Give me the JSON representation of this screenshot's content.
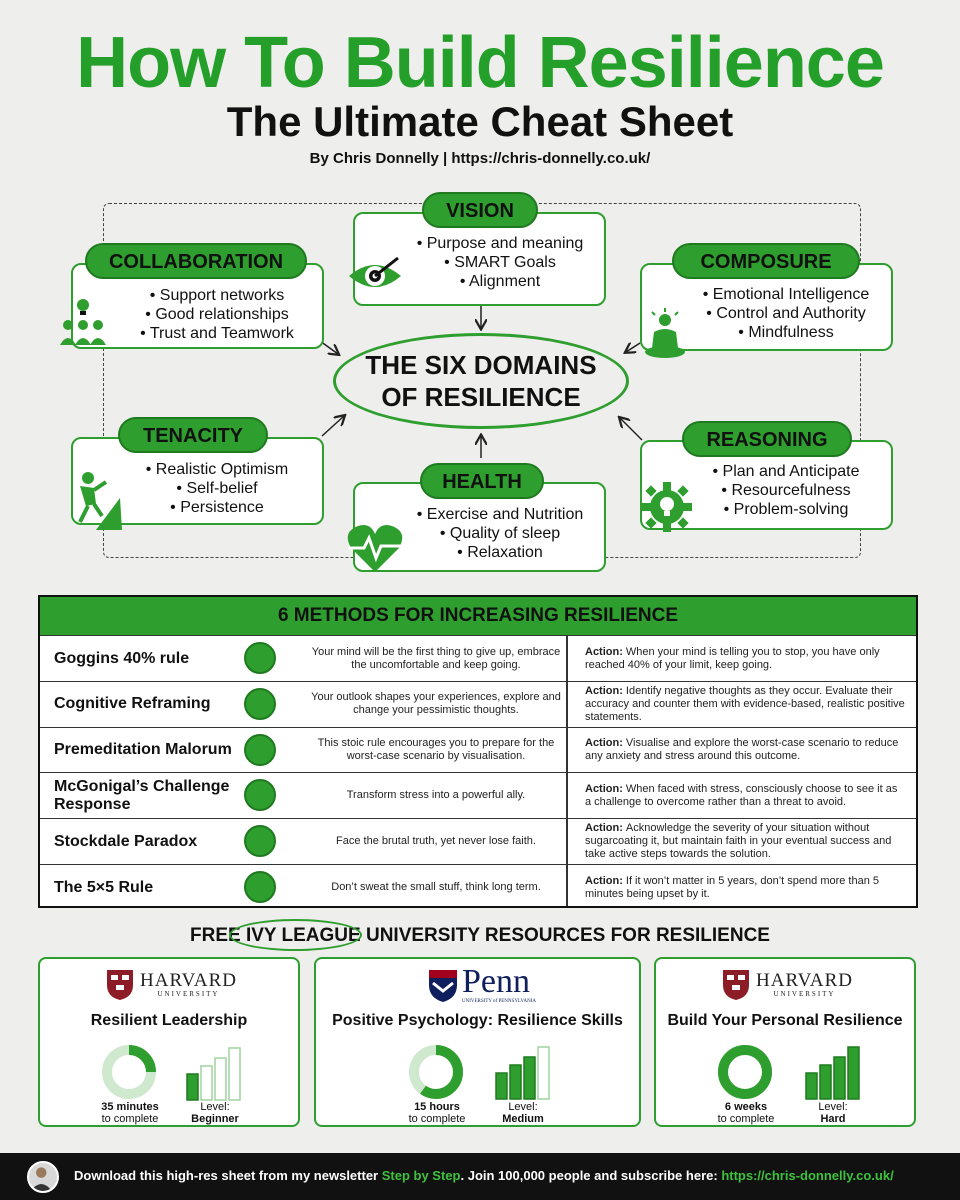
{
  "header": {
    "title": "How To Build Resilience",
    "subtitle": "The Ultimate Cheat Sheet",
    "byline": "By Chris Donnelly | https://chris-donnelly.co.uk/"
  },
  "center": {
    "line1": "THE SIX DOMAINS",
    "line2": "OF RESILIENCE"
  },
  "domains": {
    "vision": {
      "name": "VISION",
      "items": [
        "Purpose and meaning",
        "SMART Goals",
        "Alignment"
      ],
      "icon": "eye-target-icon"
    },
    "collaboration": {
      "name": "COLLABORATION",
      "items": [
        "Support networks",
        "Good relationships",
        "Trust and Teamwork"
      ],
      "icon": "team-lightbulb-icon"
    },
    "composure": {
      "name": "COMPOSURE",
      "items": [
        "Emotional Intelligence",
        "Control and Authority",
        "Mindfulness"
      ],
      "icon": "meditation-icon"
    },
    "tenacity": {
      "name": "TENACITY",
      "items": [
        "Realistic Optimism",
        "Self-belief",
        "Persistence"
      ],
      "icon": "climber-icon"
    },
    "health": {
      "name": "HEALTH",
      "items": [
        "Exercise and Nutrition",
        "Quality of sleep",
        "Relaxation"
      ],
      "icon": "heart-pulse-icon"
    },
    "reasoning": {
      "name": "REASONING",
      "items": [
        "Plan and Anticipate",
        "Resourcefulness",
        "Problem-solving"
      ],
      "icon": "gear-lightbulb-icon"
    }
  },
  "methods": {
    "title": "6 METHODS FOR INCREASING RESILIENCE",
    "action_label": "Action:",
    "rows": [
      {
        "name": "Goggins 40% rule",
        "desc": "Your mind will be the first thing to give up, embrace the uncomfortable and keep going.",
        "action": "When your mind is telling you to stop, you have only reached 40% of your limit, keep going.",
        "icon": "brain-icon"
      },
      {
        "name": "Cognitive Reframing",
        "desc": "Your outlook shapes your experiences, explore and change your pessimistic thoughts.",
        "action": "Identify negative thoughts as they occur. Evaluate their accuracy and counter them with evidence-based, realistic positive statements.",
        "icon": "head-gear-icon"
      },
      {
        "name": "Premeditation Malorum",
        "desc": "This stoic rule encourages you to prepare for the worst-case scenario by visualisation.",
        "action": "Visualise and explore the worst-case scenario to reduce any anxiety and stress around this outcome.",
        "icon": "eye-icon"
      },
      {
        "name": "McGonigal’s Challenge Response",
        "desc": "Transform stress into a powerful ally.",
        "action": "When faced with stress, consciously choose to see it as a challenge to overcome rather than a threat to avoid.",
        "icon": "handshake-icon"
      },
      {
        "name": "Stockdale Paradox",
        "desc": "Face the brutal truth, yet never lose faith.",
        "action": "Acknowledge the severity of your situation without sugarcoating it, but maintain faith in your eventual success and take active steps towards the solution.",
        "icon": "praying-hands-icon"
      },
      {
        "name": "The 5×5 Rule",
        "desc": "Don’t sweat the small stuff, think long term.",
        "action": "If it won’t matter in 5 years, don’t spend more than 5 minutes being upset by it.",
        "icon": "stopwatch-infinity-icon"
      }
    ]
  },
  "resources": {
    "title": "FREE IVY LEAGUE UNIVERSITY RESOURCES FOR RESILIENCE",
    "cards": [
      {
        "uni": "HARVARD",
        "uni_sub": "UNIVERSITY",
        "course": "Resilient Leadership",
        "duration": "35 minutes",
        "duration_sub": "to complete",
        "level_label": "Level:",
        "level": "Beginner",
        "progress": 0.25,
        "bars_filled": 1
      },
      {
        "uni": "Penn",
        "uni_sub": "UNIVERSITY of PENNSYLVANIA",
        "course": "Positive Psychology: Resilience Skills",
        "duration": "15 hours",
        "duration_sub": "to complete",
        "level_label": "Level:",
        "level": "Medium",
        "progress": 0.6,
        "bars_filled": 3
      },
      {
        "uni": "HARVARD",
        "uni_sub": "UNIVERSITY",
        "course": "Build Your Personal Resilience",
        "duration": "6 weeks",
        "duration_sub": "to complete",
        "level_label": "Level:",
        "level": "Hard",
        "progress": 1.0,
        "bars_filled": 4
      }
    ]
  },
  "footer": {
    "part1": "Download this high-res sheet from my newsletter ",
    "highlight1": "Step by Step",
    "part2": ". Join 100,000 people and subscribe here: ",
    "highlight2": "https://chris-donnelly.co.uk/"
  },
  "colors": {
    "accent": "#2e9e2e",
    "dark": "#111111",
    "background": "#eeeeec"
  }
}
